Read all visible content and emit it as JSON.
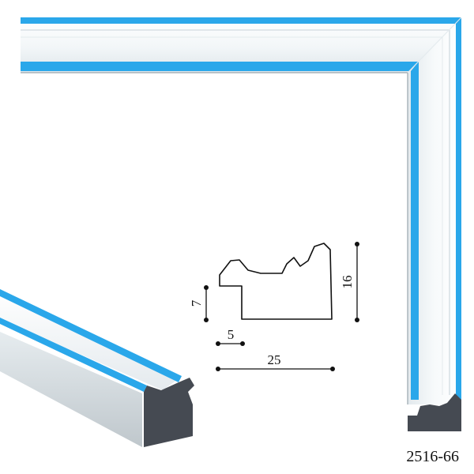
{
  "product": {
    "code": "2516-66",
    "colors": {
      "accent_blue": "#2aa7ea",
      "frame_white": "#f4f8fa",
      "frame_shadow": "#c9d1d6",
      "cut_end": "#454a52",
      "line": "#111111"
    }
  },
  "profile_dimensions": {
    "width": "25",
    "height": "16",
    "rebate_width": "5",
    "rebate_depth": "7"
  }
}
